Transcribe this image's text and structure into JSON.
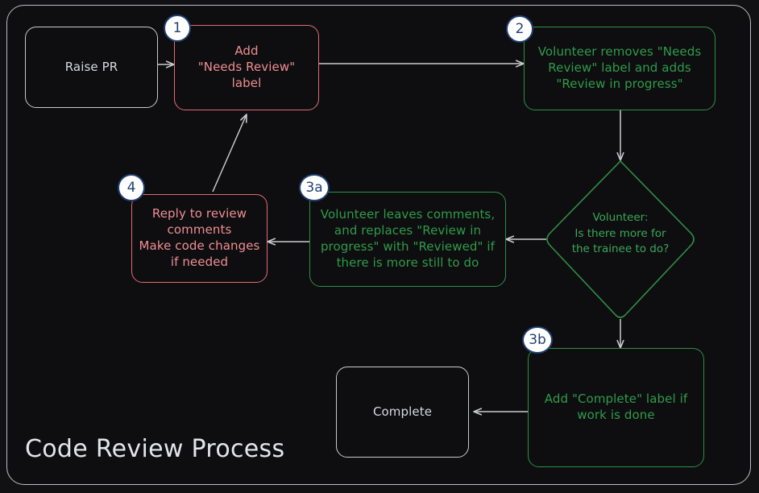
{
  "diagram": {
    "title": "Code Review Process",
    "type": "flowchart",
    "colors": {
      "background": "#0e0e10",
      "frame_border": "#b9bcc0",
      "neutral": "#c8cacd",
      "red": "#e06b74",
      "red_text": "#ef8e92",
      "green": "#2f8f46",
      "green_text": "#2f9b4a",
      "diamond_text": "#3aa85a",
      "badge_fill": "#ffffff",
      "badge_border": "#1e3f73",
      "badge_text": "#1f4173",
      "arrow": "#c9cbce"
    },
    "nodes": [
      {
        "id": "raise-pr",
        "label": "Raise PR",
        "shape": "rounded-rect",
        "style": "plain",
        "badge": null
      },
      {
        "id": "add-label",
        "label": "Add\n\"Needs Review\"\nlabel",
        "shape": "rounded-rect",
        "style": "red",
        "badge": "1"
      },
      {
        "id": "volunteer-review",
        "label": "Volunteer removes \"Needs\nReview\" label and adds\n\"Review in progress\"",
        "shape": "rounded-rect",
        "style": "green",
        "badge": "2"
      },
      {
        "id": "decision",
        "label": "Volunteer:\nIs there more for\nthe trainee to do?",
        "shape": "diamond",
        "style": "green",
        "badge": null
      },
      {
        "id": "leaves-comments",
        "label": "Volunteer leaves comments,\nand replaces \"Review in\nprogress\" with \"Reviewed\" if\nthere is more still to do",
        "shape": "rounded-rect",
        "style": "green",
        "badge": "3a"
      },
      {
        "id": "reply",
        "label": "Reply to review\ncomments\nMake code changes\nif needed",
        "shape": "rounded-rect",
        "style": "red",
        "badge": "4"
      },
      {
        "id": "add-complete",
        "label": "Add \"Complete\" label if\nwork is done",
        "shape": "rounded-rect",
        "style": "green",
        "badge": "3b"
      },
      {
        "id": "complete",
        "label": "Complete",
        "shape": "rounded-rect",
        "style": "plain",
        "badge": null
      }
    ],
    "edges": [
      {
        "from": "raise-pr",
        "to": "add-label",
        "label": ""
      },
      {
        "from": "add-label",
        "to": "volunteer-review",
        "label": ""
      },
      {
        "from": "volunteer-review",
        "to": "decision",
        "label": ""
      },
      {
        "from": "decision",
        "to": "leaves-comments",
        "label": ""
      },
      {
        "from": "leaves-comments",
        "to": "reply",
        "label": ""
      },
      {
        "from": "reply",
        "to": "add-label",
        "label": ""
      },
      {
        "from": "decision",
        "to": "add-complete",
        "label": ""
      },
      {
        "from": "add-complete",
        "to": "complete",
        "label": ""
      }
    ],
    "badges": [
      {
        "id": "badge-1",
        "text": "1"
      },
      {
        "id": "badge-2",
        "text": "2"
      },
      {
        "id": "badge-3a",
        "text": "3a"
      },
      {
        "id": "badge-3b",
        "text": "3b"
      },
      {
        "id": "badge-4",
        "text": "4"
      }
    ]
  }
}
